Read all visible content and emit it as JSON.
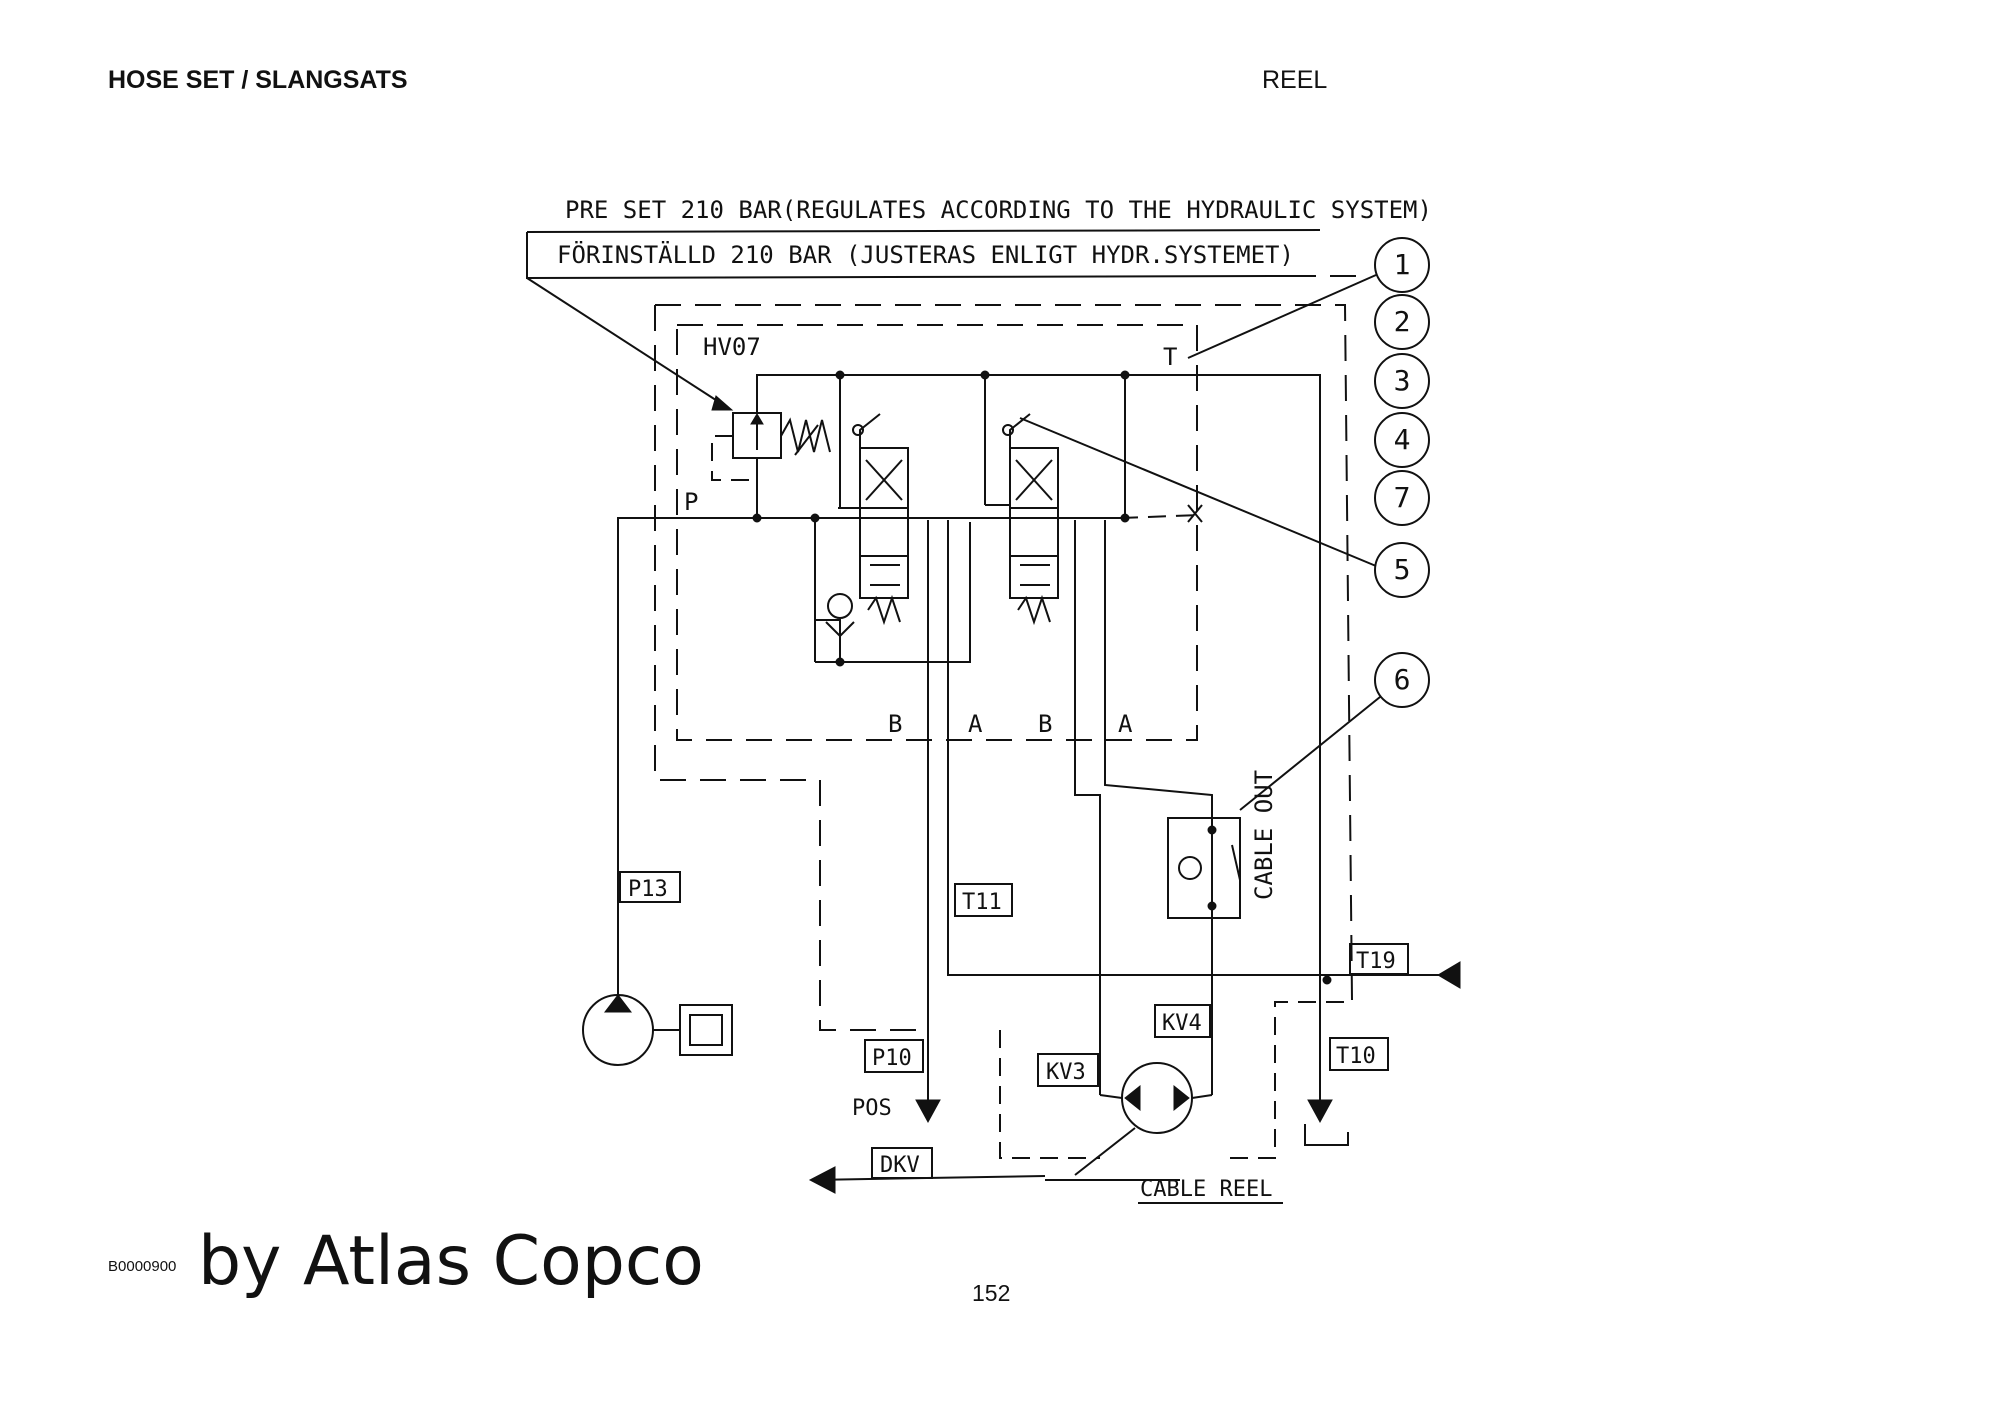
{
  "header": {
    "left_title": "HOSE SET / SLANGSATS",
    "right_title": "REEL"
  },
  "footer": {
    "doc_code": "B0000900",
    "byline": "by Atlas Copco",
    "page_number": "152"
  },
  "diagram": {
    "note_en": "PRE SET 210 BAR(REGULATES ACCORDING TO THE HYDRAULIC SYSTEM)",
    "note_sv": "FÖRINSTÄLLD 210 BAR (JUSTERAS ENLIGT HYDR.SYSTEMET)",
    "valve_block": "HV07",
    "ports": {
      "t": "T",
      "p": "P",
      "b1": "B",
      "a1": "A",
      "b2": "B",
      "a2": "A"
    },
    "hoses": {
      "p13": "P13",
      "t11": "T11",
      "t19": "T19",
      "t10": "T10",
      "kv4": "KV4",
      "kv3": "KV3",
      "p10": "P10",
      "dkv": "DKV"
    },
    "pos_label": "POS",
    "cable_out": "CABLE OUT",
    "cable_reel": "CABLE REEL",
    "callouts": [
      "1",
      "2",
      "3",
      "4",
      "7",
      "5",
      "6"
    ]
  },
  "colors": {
    "ink": "#111111",
    "background": "#ffffff"
  }
}
